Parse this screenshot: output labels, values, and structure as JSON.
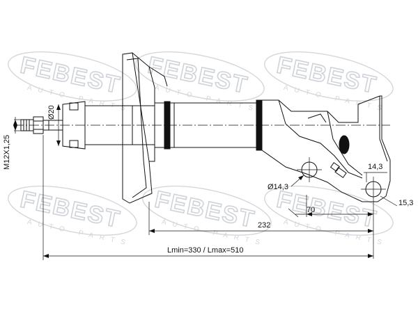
{
  "watermark": {
    "brand": "FEBEST",
    "sub": "AUTO PARTS"
  },
  "dimensions": {
    "rod_thread": "M12X1,25",
    "rod_diameter": "Ø20",
    "bracket_hole_diameter": "Ø14,3",
    "top_hole_offset": "14,3",
    "lower_hole_offset": "15,3",
    "bracket_width": "70",
    "body_length": "232",
    "total_length": "Lmin=330 / Lmax=510"
  },
  "colors": {
    "line": "#111111",
    "watermark": "#d3d7dc"
  }
}
